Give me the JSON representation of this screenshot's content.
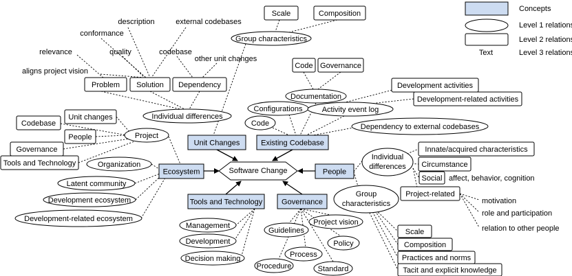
{
  "legend": {
    "concepts": "Concepts",
    "level1": "Level 1 relations",
    "level2": "Level 2 relations",
    "text_sample": "Text",
    "level3": "Level 3 relations"
  },
  "center": {
    "label": "Software Change"
  },
  "concepts": {
    "unit_changes": "Unit Changes",
    "existing_codebase": "Existing Codebase",
    "ecosystem": "Ecosystem",
    "people": "People",
    "tools_and_technology": "Tools and Technology",
    "governance": "Governance"
  },
  "ellipses": {
    "group_characteristics": "Group characteristics",
    "individual_differences": "Individual differences",
    "documentation": "Documentation",
    "configurations": "Configurations",
    "activity_event_log": "Activity event log",
    "code": "Code",
    "dependency_external": "Dependency to external codebases",
    "project": "Project",
    "organization": "Organization",
    "latent_community": "Latent community",
    "development_ecosystem": "Development ecosystem",
    "development_related_ecosystem": "Development-related ecosystem",
    "management": "Management",
    "development": "Development",
    "decision_making": "Decision making",
    "guidelines": "Guidelines",
    "project_vision": "Project vision",
    "policy": "Policy",
    "process": "Process",
    "procedure": "Procedure",
    "standard": "Standard",
    "people_individual_1": "Individual",
    "people_individual_2": "differences",
    "people_group_1": "Group",
    "people_group_2": "characteristics"
  },
  "rects": {
    "scale_top": "Scale",
    "composition_top": "Composition",
    "problem": "Problem",
    "solution": "Solution",
    "dependency": "Dependency",
    "code_box": "Code",
    "governance_box": "Governance",
    "development_activities": "Development activities",
    "development_related_activities": "Development-related activities",
    "codebase": "Codebase",
    "unit_changes_box": "Unit changes",
    "people_box": "People",
    "governance_left": "Governance",
    "tools_and_technology_box": "Tools and Technology",
    "innate": "Innate/acquired characteristics",
    "circumstance": "Circumstance",
    "social": "Social",
    "project_related": "Project-related",
    "scale_bottom": "Scale",
    "composition_bottom": "Composition",
    "practices_and_norms": "Practices and norms",
    "tacit_knowledge": "Tacit and explicit knowledge"
  },
  "texts": {
    "description": "description",
    "external_codebases": "external codebases",
    "conformance": "conformance",
    "relevance": "relevance",
    "quality": "quality",
    "codebase_t": "codebase",
    "other_unit_changes": "other unit changes",
    "aligns_project_vision": "aligns project vision",
    "social_detail": "affect, behavior, cognition",
    "motivation": "motivation",
    "role_and_participation": "role and participation",
    "relation_to_other_people": "relation to other people"
  }
}
